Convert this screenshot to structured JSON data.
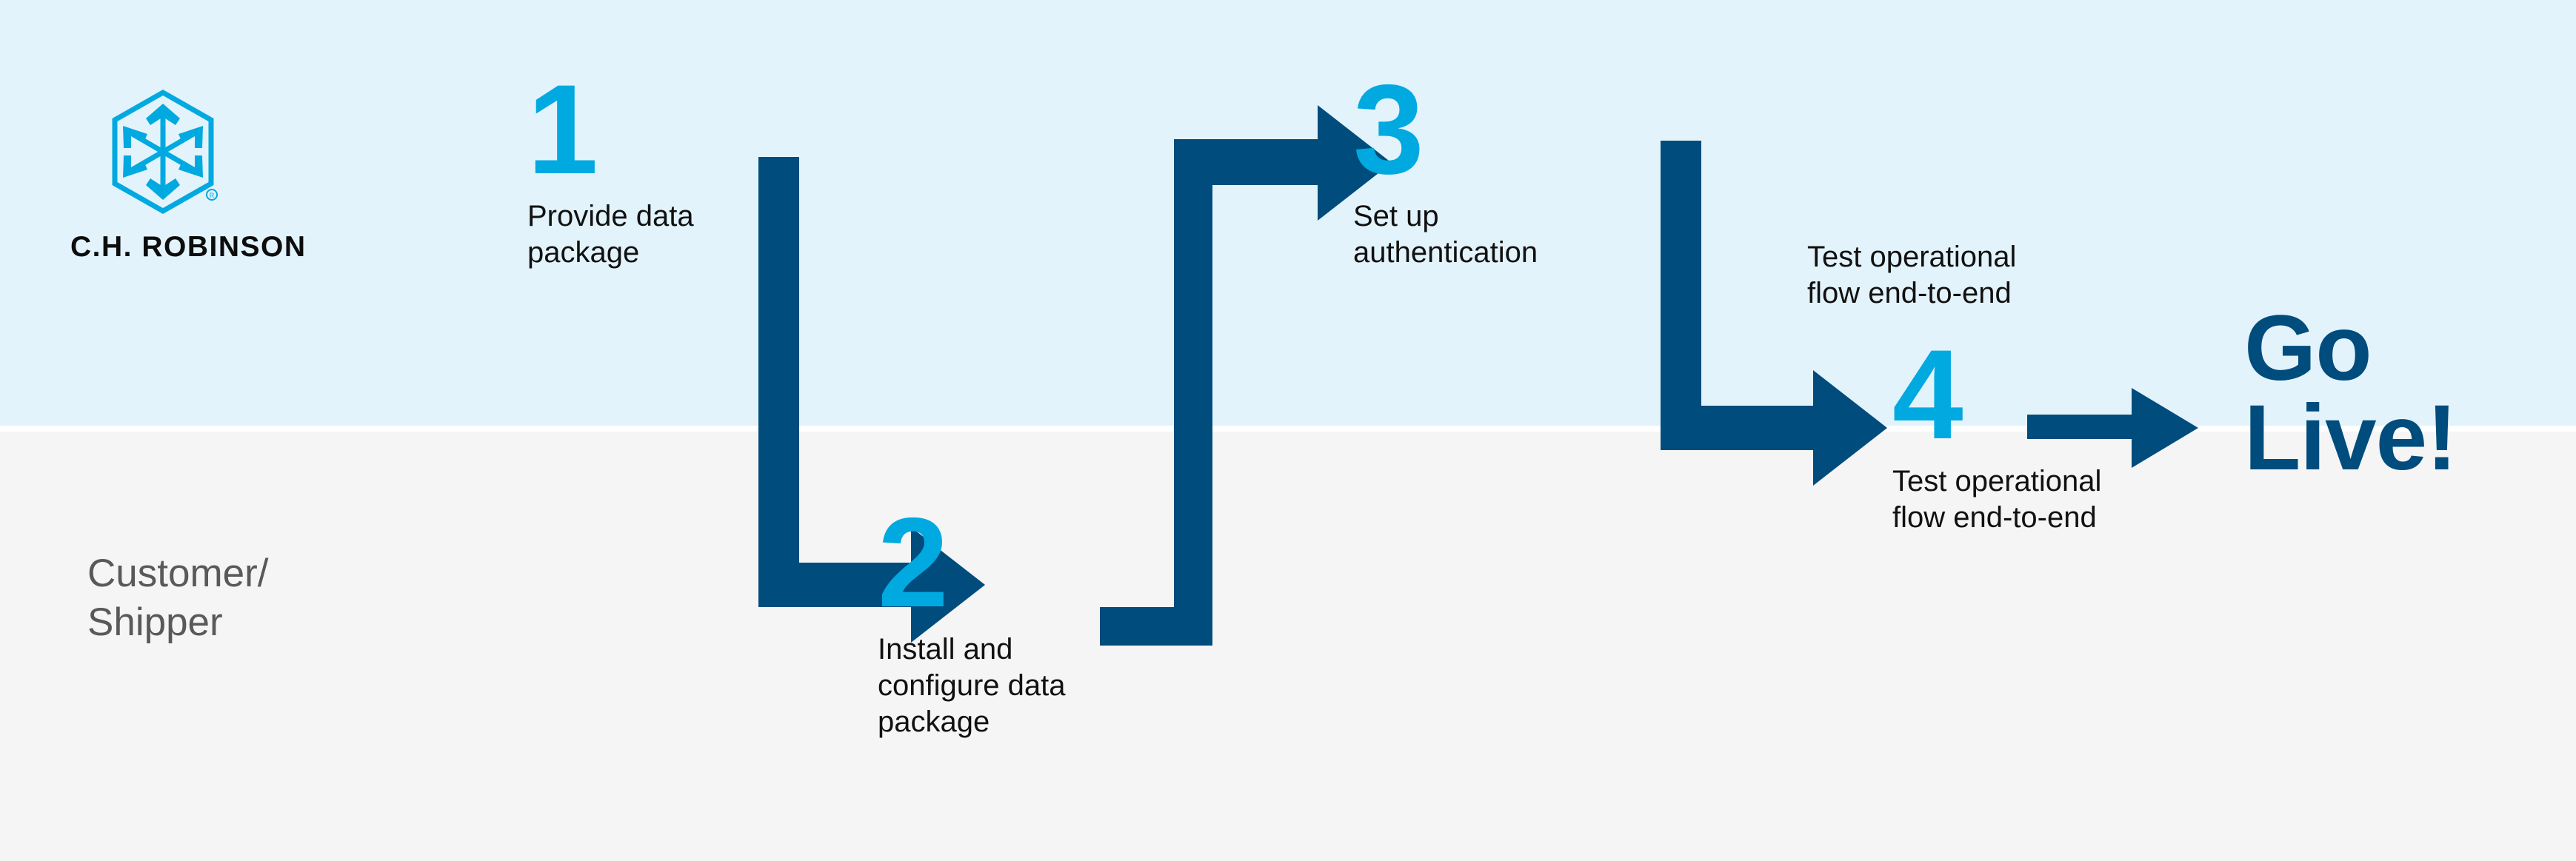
{
  "brand": {
    "logo_icon": "ch-robinson-cube-icon",
    "wordmark": "C.H. ROBINSON",
    "registered_mark": "®",
    "logo_color": "#00a9e0"
  },
  "colors": {
    "band_top": "#e3f3fb",
    "band_bottom": "#f5f5f5",
    "arrow_dark_blue": "#004c7d",
    "number_light_blue": "#00a9e0",
    "caption_black": "#111111",
    "lane_label_gray": "#58595b",
    "go_live_blue": "#004c7d"
  },
  "lanes": [
    {
      "name": "top-lane",
      "label": ""
    },
    {
      "name": "customer-shipper-lane",
      "label": "Customer/\nShipper"
    }
  ],
  "steps": [
    {
      "number": "1",
      "caption": "Provide data\npackage",
      "lane": "top"
    },
    {
      "number": "2",
      "caption": "Install and\nconfigure data\npackage",
      "lane": "bottom"
    },
    {
      "number": "3",
      "caption": "Set up\nauthentication",
      "lane": "top"
    },
    {
      "number": "4",
      "caption": "Test operational\nflow end-to-end",
      "lane": "middle"
    }
  ],
  "standalone_captions": [
    {
      "name": "test-operational-flow-upper",
      "text": "Test operational\nflow end-to-end"
    }
  ],
  "final": {
    "label": "Go\nLive!"
  },
  "connectors": [
    {
      "name": "connector-1-to-2",
      "from": "1",
      "to": "2",
      "shape": "right-down-right-arrow"
    },
    {
      "name": "connector-2-to-3",
      "from": "2",
      "to": "3",
      "shape": "right-up-right-arrow"
    },
    {
      "name": "connector-3-to-4",
      "from": "3",
      "to": "4",
      "shape": "right-down-right-arrow"
    },
    {
      "name": "connector-4-to-golive",
      "from": "4",
      "to": "Go Live!",
      "shape": "right-arrow"
    }
  ]
}
